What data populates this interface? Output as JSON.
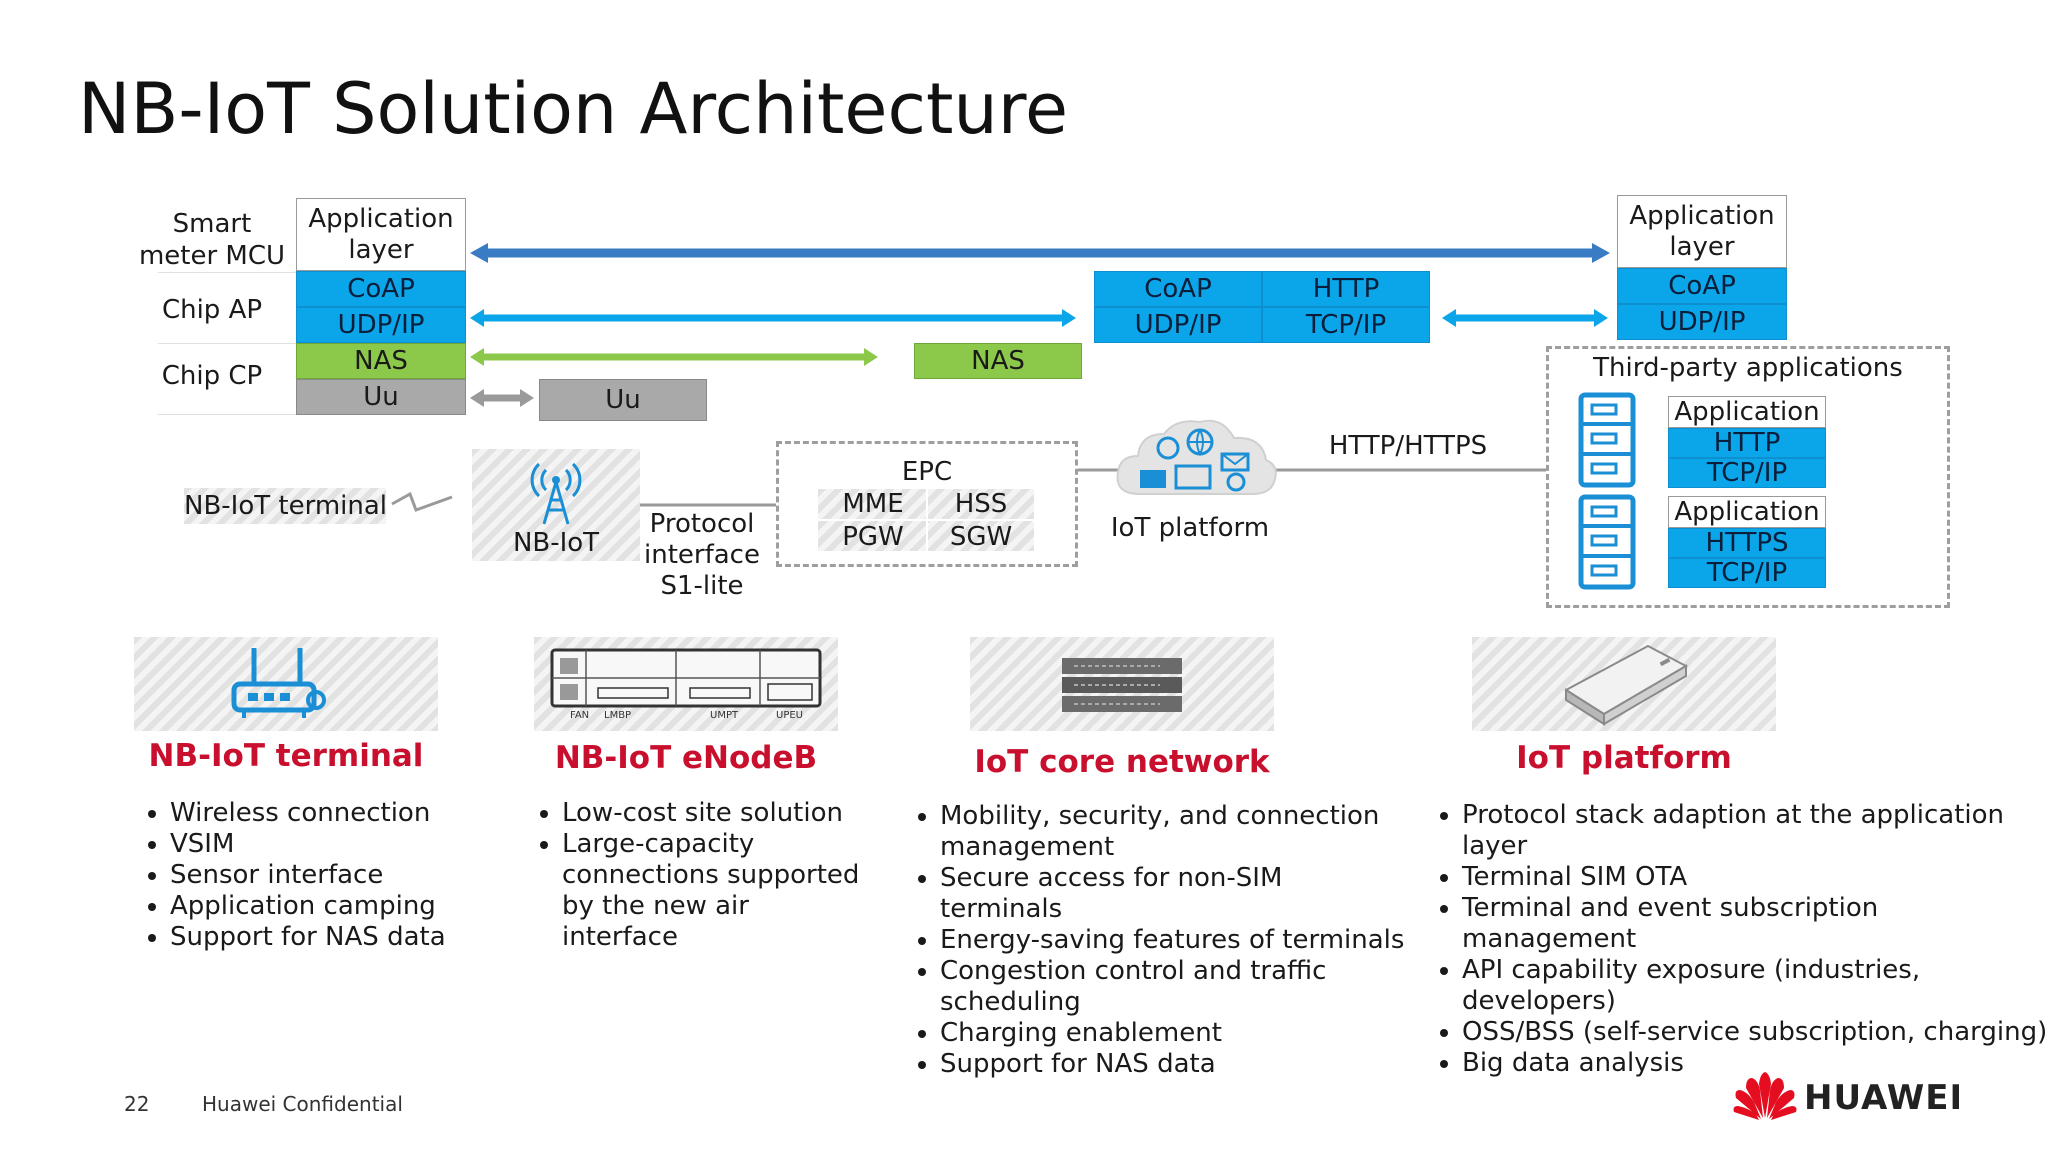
{
  "title": "NB-IoT Solution Architecture",
  "stack_labels": {
    "smart_meter": "Smart meter MCU",
    "chip_ap": "Chip AP",
    "chip_cp": "Chip CP"
  },
  "terminal_stack": {
    "app": "Application layer",
    "coap": "CoAP",
    "udp": "UDP/IP",
    "nas": "NAS",
    "uu": "Uu"
  },
  "middle_stack": {
    "uu": "Uu",
    "nas": "NAS",
    "coap": "CoAP",
    "http": "HTTP",
    "udp": "UDP/IP",
    "tcp": "TCP/IP"
  },
  "right_stack": {
    "app": "Application layer",
    "coap": "CoAP",
    "udp": "UDP/IP"
  },
  "third_party": {
    "title": "Third-party applications",
    "app1": {
      "app": "Application",
      "proto": "HTTP",
      "transport": "TCP/IP"
    },
    "app2": {
      "app": "Application",
      "proto": "HTTPS",
      "transport": "TCP/IP"
    }
  },
  "network": {
    "terminal": "NB-IoT terminal",
    "enodeb": "NB-IoT",
    "protocol": "Protocol interface S1-lite",
    "epc_title": "EPC",
    "epc": [
      "MME",
      "HSS",
      "PGW",
      "SGW"
    ],
    "platform": "IoT platform",
    "http_link": "HTTP/HTTPS"
  },
  "device_labels": [
    "FAN",
    "LMBP",
    "UMPT",
    "UPEU"
  ],
  "sections": [
    {
      "title": "NB-IoT terminal",
      "items": [
        "Wireless connection",
        "VSIM",
        "Sensor interface",
        "Application camping",
        "Support for NAS data"
      ]
    },
    {
      "title": "NB-IoT eNodeB",
      "items": [
        "Low-cost site solution",
        "Large-capacity connections supported by the new air interface"
      ]
    },
    {
      "title": "IoT core network",
      "items": [
        "Mobility, security, and connection management",
        "Secure access for non-SIM terminals",
        "Energy-saving features of terminals",
        "Congestion control and traffic scheduling",
        "Charging enablement",
        "Support for NAS data"
      ]
    },
    {
      "title": "IoT platform",
      "items": [
        "Protocol stack adaption at the application layer",
        "Terminal SIM OTA",
        "Terminal and event subscription management",
        "API capability exposure (industries, developers)",
        "OSS/BSS (self-service subscription, charging)",
        "Big data analysis"
      ]
    }
  ],
  "footer": {
    "page": "22",
    "confidential": "Huawei Confidential",
    "brand": "HUAWEI"
  },
  "colors": {
    "blue": "#0ba5e9",
    "dark_blue_arrow": "#3a7cc4",
    "green": "#8cc94b",
    "gray": "#a9a9a9",
    "red": "#c8102e",
    "icon_blue": "#1a8fd6"
  },
  "icons": [
    "antenna-icon",
    "router-icon",
    "bbu-icon",
    "server-rack-icon",
    "appliance-icon",
    "cloud-icon",
    "server-icon",
    "huawei-logo"
  ]
}
